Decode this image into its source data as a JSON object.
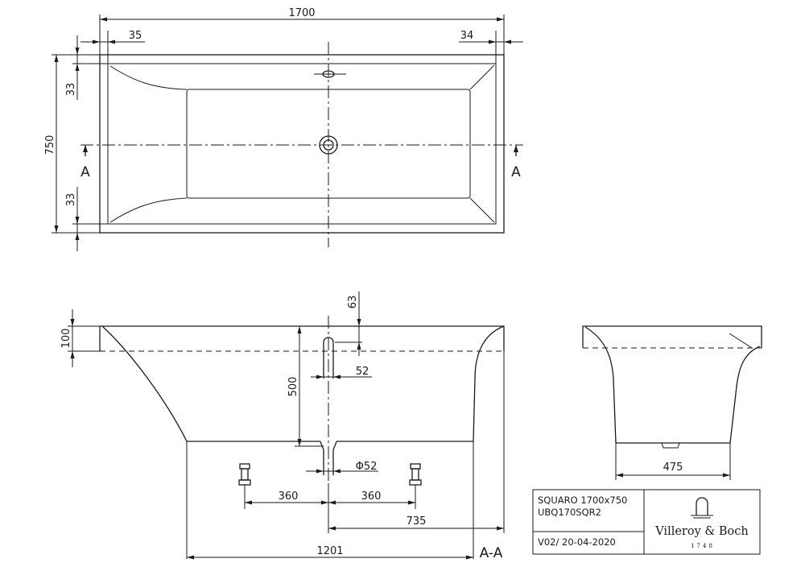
{
  "dimensions": {
    "top_length": "1700",
    "top_left_offset": "35",
    "top_right_offset": "34",
    "width": "750",
    "rim_top": "33",
    "rim_bottom": "33",
    "rim_height": "100",
    "overflow_height": "63",
    "inner_depth": "500",
    "overflow_dia": "52",
    "waste_dia": "Φ52",
    "leg_left": "360",
    "leg_right": "360",
    "drain_offset": "735",
    "base_length": "1201",
    "end_base_width": "475"
  },
  "section_markers": {
    "left": "A",
    "right": "A",
    "section_label": "A-A"
  },
  "title_block": {
    "model": "SQUARO 1700x750",
    "code": "UBQ170SQR2",
    "version": "V02/ 20-04-2020",
    "brand": "Villeroy & Boch",
    "year": "1748"
  }
}
